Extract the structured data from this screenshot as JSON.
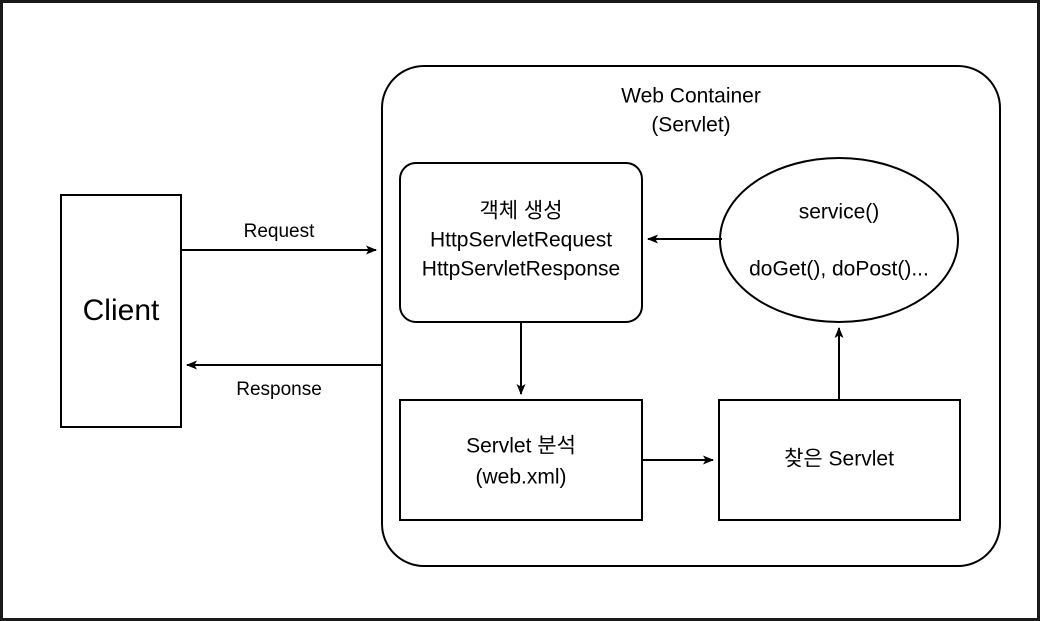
{
  "diagram": {
    "title": "Servlet request handling flow",
    "colors": {
      "stroke": "#000000",
      "background": "#ffffff",
      "frame": "#1a1a1a"
    },
    "frame": {
      "label": "outer-frame"
    },
    "client": {
      "label": "Client"
    },
    "container": {
      "title_line1": "Web Container",
      "title_line2": "(Servlet)"
    },
    "object_creation": {
      "line1": "객체 생성",
      "line2": "HttpServletRequest",
      "line3": "HttpServletResponse"
    },
    "service_ellipse": {
      "line1": "service()",
      "line2": "doGet(), doPost()..."
    },
    "servlet_analysis": {
      "line1": "Servlet 분석",
      "line2": "(web.xml)"
    },
    "found_servlet": {
      "label": "찾은 Servlet"
    },
    "edges": [
      {
        "name": "request",
        "label": "Request"
      },
      {
        "name": "response",
        "label": "Response"
      },
      {
        "name": "object-to-analysis",
        "label": ""
      },
      {
        "name": "analysis-to-found",
        "label": ""
      },
      {
        "name": "found-to-service",
        "label": ""
      },
      {
        "name": "service-to-object",
        "label": ""
      }
    ]
  }
}
